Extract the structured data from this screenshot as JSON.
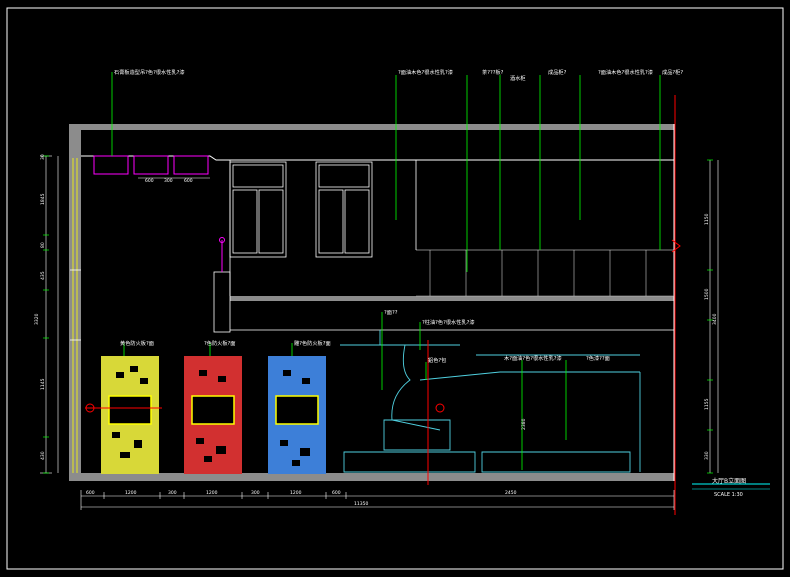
{
  "drawing": {
    "title": "大厅B立面图",
    "scale": "SCALE 1:30"
  },
  "callouts": [
    "石膏板造型吊?色?很水性乳?漆",
    "?面油木色?很水性乳?漆",
    "茶???板?",
    "酒水柜",
    "成品柜?",
    "?面油木色?很水性乳?漆",
    "成品?柜?",
    "?面??",
    "?柱油?色?很水性乳?漆",
    "黄色防火板?面",
    "?色防火板?面",
    "雕?色防火板?面",
    "鋁色?包",
    "木?面油?色?很水性乳?漆",
    "?色漆??面"
  ],
  "dimensions": {
    "bottom": [
      "600",
      "1200",
      "300",
      "1200",
      "300",
      "1200",
      "600",
      "2450"
    ],
    "total": "11350",
    "top_small": [
      "600",
      "300",
      "600"
    ],
    "left": [
      "30",
      "1845",
      "80",
      "435",
      "3320",
      "1145",
      "430"
    ],
    "right": [
      "3400",
      "1150",
      "1500",
      "1155",
      "330"
    ],
    "stair": "2380"
  }
}
